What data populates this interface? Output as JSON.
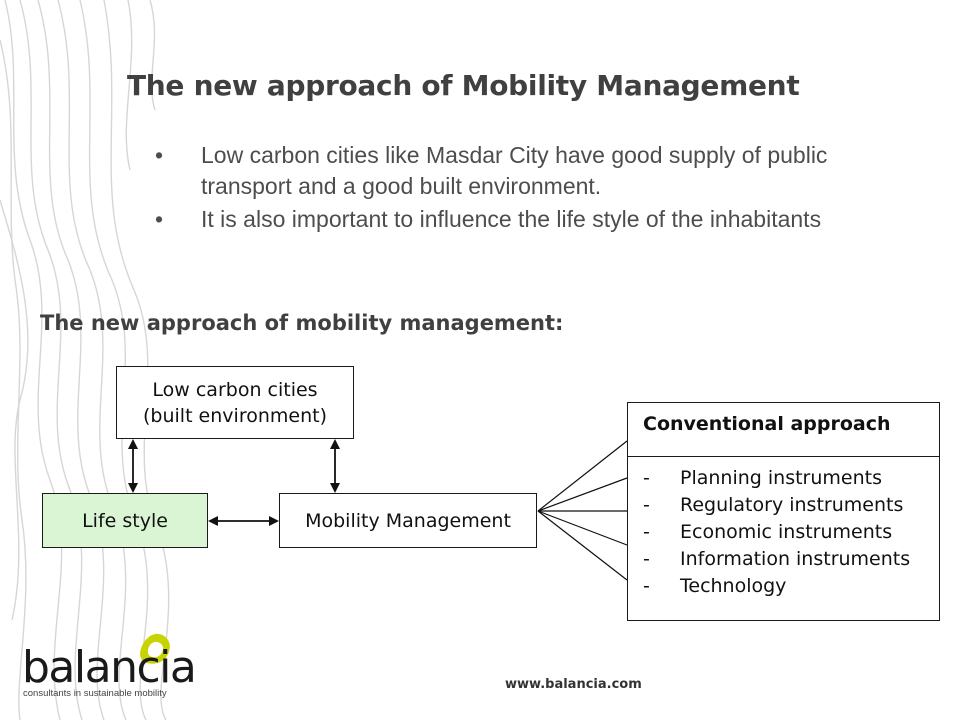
{
  "slide": {
    "title": "The new approach of Mobility Management",
    "bullets": [
      "Low carbon cities like Masdar City have good supply of public transport and a good built environment.",
      "It is also important to influence the life style of the inhabitants"
    ],
    "bullet_glyph": "•",
    "subtitle": "The new approach of mobility management:"
  },
  "diagram": {
    "low_carbon": {
      "line1": "Low carbon cities",
      "line2": "(built environment)"
    },
    "life_style": "Life style",
    "mobility_management": "Mobility Management",
    "conventional": {
      "heading": "Conventional approach",
      "dash": "-",
      "items": [
        "Planning instruments",
        "Regulatory instruments",
        "Economic instruments",
        "Information instruments",
        "Technology"
      ]
    },
    "colors": {
      "life_style_fill": "#d9f5d4",
      "stroke": "#1a1a1a"
    }
  },
  "footer": {
    "logo_word": "balancia",
    "logo_tagline": "consultants in sustainable mobility",
    "logo_accent": "#c8d400",
    "url": "www.balancia.com"
  }
}
